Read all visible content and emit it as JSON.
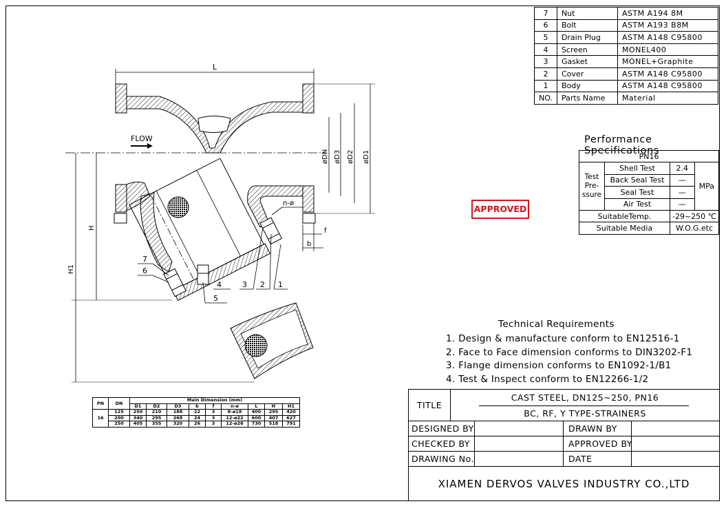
{
  "parts_list": {
    "header": {
      "no": "NO.",
      "name": "Parts Name",
      "material": "Material"
    },
    "rows": [
      {
        "no": "7",
        "name": "Nut",
        "material": "ASTM A194 8M"
      },
      {
        "no": "6",
        "name": "Bolt",
        "material": "ASTM A193 B8M"
      },
      {
        "no": "5",
        "name": "Drain Plug",
        "material": "ASTM A148 C95800"
      },
      {
        "no": "4",
        "name": "Screen",
        "material": "MONEL400"
      },
      {
        "no": "3",
        "name": "Gasket",
        "material": "MONEL+Graphite"
      },
      {
        "no": "2",
        "name": "Cover",
        "material": "ASTM A148 C95800"
      },
      {
        "no": "1",
        "name": "Body",
        "material": "ASTM A148 C95800"
      }
    ]
  },
  "performance": {
    "title": "Performance Specifications",
    "pn": "PN16",
    "test_pressure_label": "Test Pre- ssure",
    "unit": "MPa",
    "tests": [
      {
        "name": "Shell Test",
        "value": "2.4"
      },
      {
        "name": "Back Seal Test",
        "value": "—"
      },
      {
        "name": "Seal Test",
        "value": "—"
      },
      {
        "name": "Air Test",
        "value": "—"
      }
    ],
    "temp_label": "SuitableTemp.",
    "temp_value": "-29~250 ℃",
    "media_label": "Suitable Media",
    "media_value": "W.O.G.etc"
  },
  "stamp": "APPROVED",
  "technical": {
    "title": "Technical Requirements",
    "items": [
      "1. Design & manufacture conform to EN12516-1",
      "2. Face to Face dimension conforms to DIN3202-F1",
      "3. Flange dimension conforms to EN1092-1/B1",
      "4. Test & Inspect conform to EN12266-1/2"
    ]
  },
  "title_block": {
    "title_label": "TITLE",
    "title_line1": "CAST STEEL, DN125~250, PN16",
    "title_line2": "BC, RF, Y TYPE-STRAINERS",
    "designed_by": "DESIGNED BY",
    "drawn_by": "DRAWN BY",
    "checked_by": "CHECKED BY",
    "approved_by": "APPROVED BY",
    "drawing_no": "DRAWING No.",
    "date": "DATE",
    "company": "XIAMEN DERVOS VALVES INDUSTRY CO.,LTD"
  },
  "dimension_table": {
    "pn_header": "PN",
    "dn_header": "DN",
    "main_header": "Main Dimension (mm)",
    "columns": [
      "D1",
      "D2",
      "D3",
      "b",
      "f",
      "n-ø",
      "L",
      "H",
      "H1"
    ],
    "pn_value": "16",
    "rows": [
      {
        "dn": "125",
        "values": [
          "250",
          "210",
          "188",
          "22",
          "3",
          "8-ø18",
          "400",
          "295",
          "420"
        ]
      },
      {
        "dn": "200",
        "values": [
          "340",
          "295",
          "268",
          "24",
          "3",
          "12-ø22",
          "600",
          "407",
          "627"
        ]
      },
      {
        "dn": "250",
        "values": [
          "405",
          "355",
          "320",
          "26",
          "3",
          "12-ø26",
          "730",
          "518",
          "791"
        ]
      }
    ]
  },
  "drawing_labels": {
    "flow": "FLOW",
    "L": "L",
    "H": "H",
    "H1": "H1",
    "DN": "øDN",
    "D3": "øD3",
    "D2": "øD2",
    "D1": "øD1",
    "n_phi": "n-ø",
    "f": "f",
    "b": "b",
    "callouts": [
      "7",
      "6",
      "4",
      "5",
      "3",
      "2",
      "1"
    ]
  }
}
